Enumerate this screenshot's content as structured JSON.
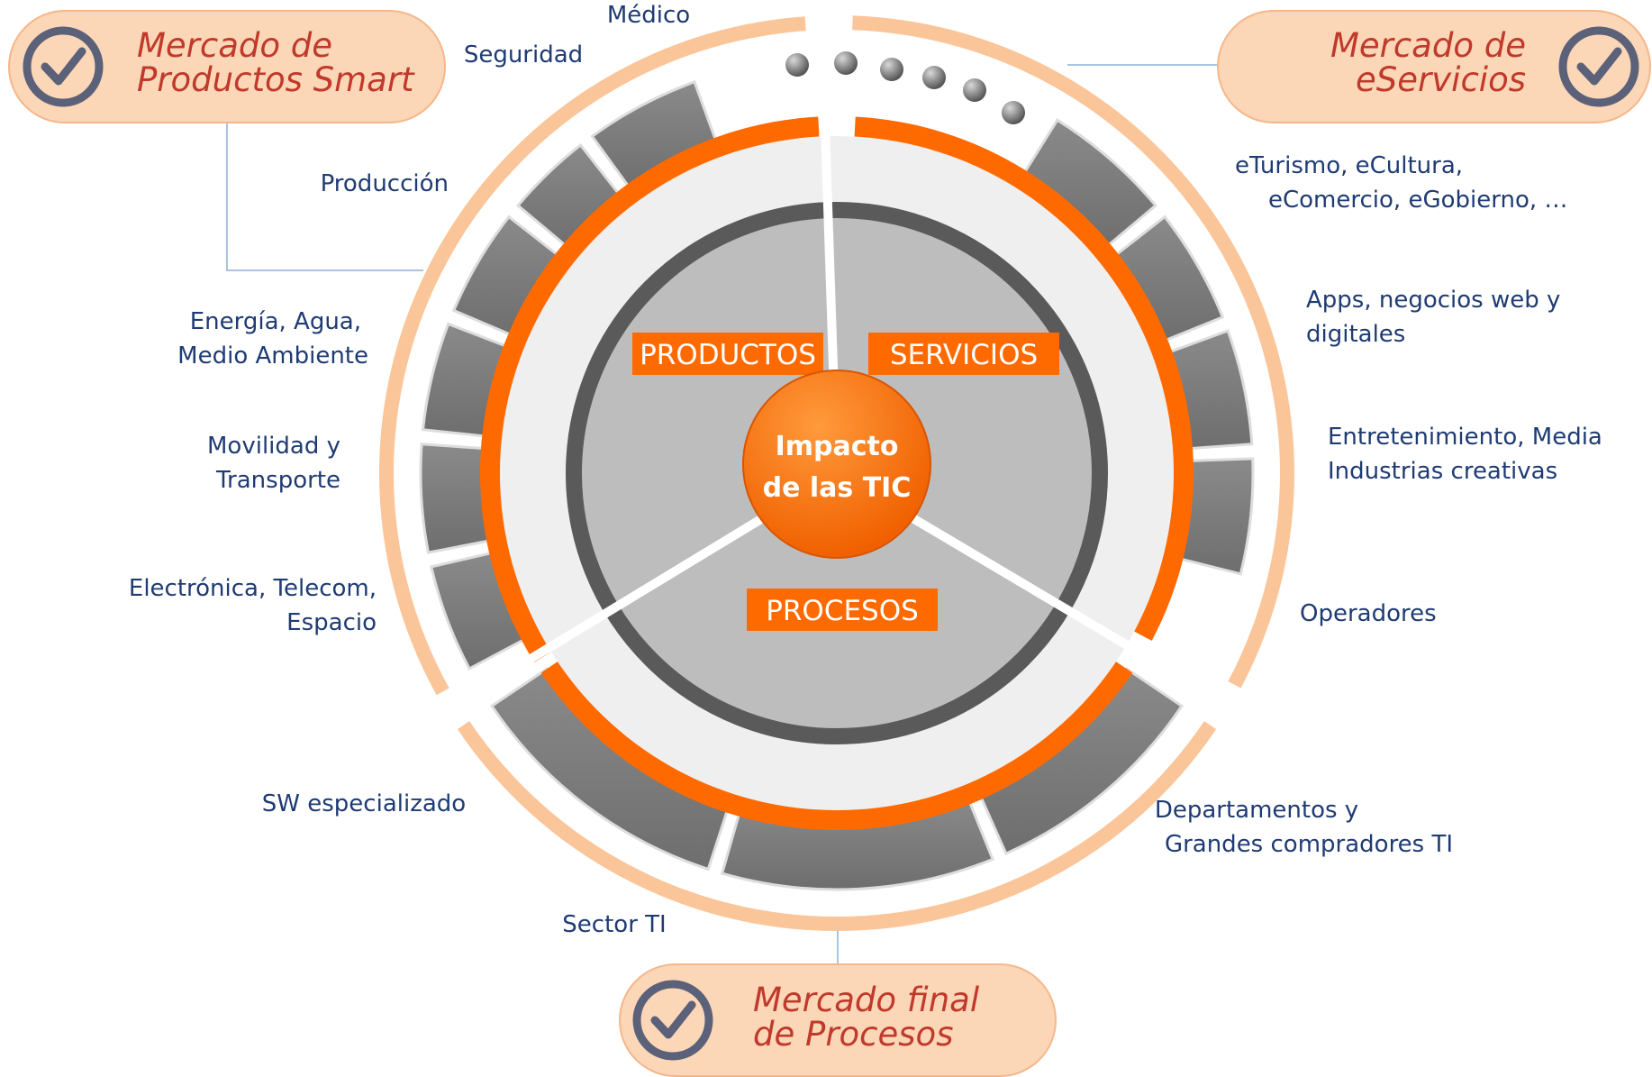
{
  "colors": {
    "accent_orange": "#ff6a00",
    "peach": "#fbc59a",
    "pill_fill": "#fbd6b7",
    "pill_text": "#c0392b",
    "label_blue": "#1f3b73",
    "segment_gray": "#7f7f7f",
    "check_gray": "#5b6178"
  },
  "center": {
    "line1": "Impacto",
    "line2": "de las TIC"
  },
  "categories": {
    "productos": "PRODUCTOS",
    "servicios": "SERVICIOS",
    "procesos": "PROCESOS"
  },
  "markets": {
    "productos": {
      "line1": "Mercado de",
      "line2": "Productos Smart",
      "icon": "check-circle-icon"
    },
    "servicios": {
      "line1": "Mercado de",
      "line2": "eServicios",
      "icon": "check-circle-icon"
    },
    "procesos": {
      "line1": "Mercado final",
      "line2": "de Procesos",
      "icon": "check-circle-icon"
    }
  },
  "segments": {
    "medico": "Médico",
    "seguridad": "Seguridad",
    "produccion": "Producción",
    "energia": [
      "Energía, Agua,",
      "Medio Ambiente"
    ],
    "movilidad": [
      "Movilidad y",
      "Transporte"
    ],
    "electronica": [
      "Electrónica, Telecom,",
      "Espacio"
    ],
    "eturismo": [
      "eTurismo, eCultura,",
      "eComercio, eGobierno, …"
    ],
    "apps": [
      "Apps, negocios web y",
      "digitales"
    ],
    "entretenimiento": [
      "Entretenimiento, Media",
      "Industrias creativas"
    ],
    "operadores": "Operadores",
    "sw": "SW especializado",
    "sector_ti": "Sector TI",
    "departamentos": [
      "Departamentos y",
      "Grandes compradores TI"
    ]
  }
}
